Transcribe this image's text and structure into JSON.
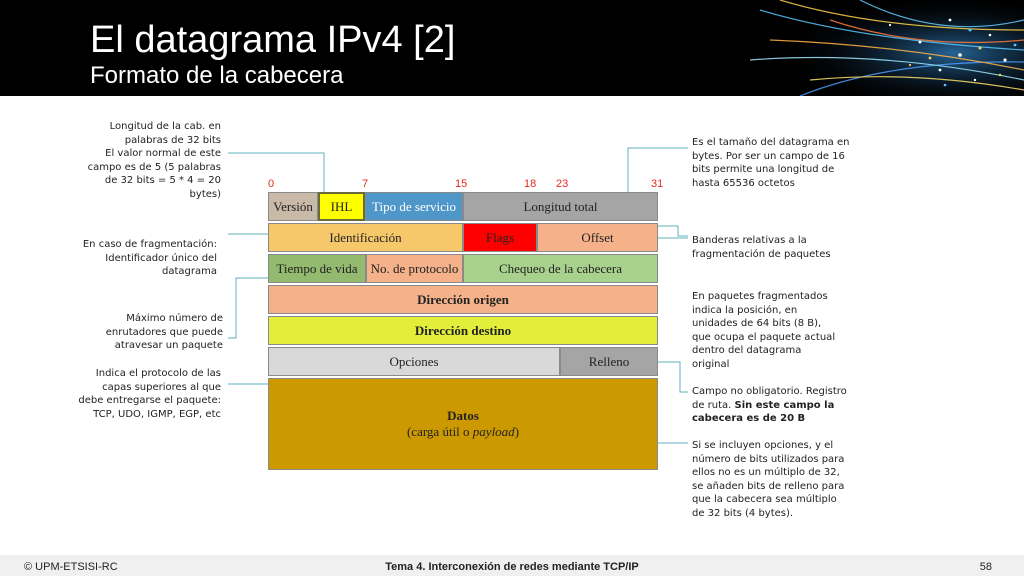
{
  "header": {
    "title": "El datagrama IPv4 [2]",
    "subtitle": "Formato de la cabecera"
  },
  "bit_positions": [
    "0",
    "7",
    "15",
    "18",
    "23",
    "31"
  ],
  "fields": {
    "version": "Versión",
    "ihl": "IHL",
    "tos": "Tipo de servicio",
    "total_length": "Longitud total",
    "identification": "Identificación",
    "flags": "Flags",
    "offset": "Offset",
    "ttl": "Tiempo de vida",
    "protocol": "No. de protocolo",
    "checksum": "Chequeo de la cabecera",
    "source": "Dirección origen",
    "destination": "Dirección destino",
    "options": "Opciones",
    "padding": "Relleno",
    "data_title": "Datos",
    "data_sub_prefix": "(carga útil o ",
    "data_sub_italic": "payload",
    "data_sub_suffix": ")"
  },
  "notes_left": {
    "ihl": "Longitud de la cab. en\npalabras de 32 bits\nEl valor normal de este\ncampo es de 5 (5 palabras\nde 32 bits = 5 * 4 = 20\nbytes)",
    "identification": "En caso de fragmentación:\nIdentificador único del\ndatagrama",
    "ttl": "Máximo número de\nenrutadores que puede\natravesar un paquete",
    "protocol": "Indica el protocolo de las\ncapas superiores al que\ndebe entregarse el paquete:\nTCP, UDO, IGMP, EGP, etc"
  },
  "notes_right": {
    "total_length": "Es el tamaño del datagrama en\nbytes. Por ser un campo de 16\nbits permite una longitud de\nhasta 65536 octetos",
    "flags": "Banderas relativas a la\nfragmentación de paquetes",
    "offset": "En paquetes fragmentados\nindica la posición, en\nunidades de 64 bits (8 B),\nque ocupa el paquete actual\ndentro del datagrama\noriginal",
    "options_prefix": "Campo no obligatorio. Registro\nde ruta. ",
    "options_bold": "Sin este campo la\ncabecera es de 20 B",
    "padding": "Si se incluyen opciones, y el\nnúmero de bits utilizados para\nellos no es un múltiplo de 32,\nse añaden bits de relleno para\nque la cabecera sea múltiplo\nde 32 bits (4 bytes)."
  },
  "footer": {
    "left": "© UPM-ETSISI-RC",
    "center": "Tema 4. Interconexión de redes mediante TCP/IP",
    "page": "58"
  },
  "colors": {
    "version": "#c9b9a7",
    "ihl": "#ffff00",
    "tos": "#4f97c9",
    "total_length": "#a5a5a5",
    "identification": "#f7c86a",
    "flags": "#ff0000",
    "offset": "#f4b18a",
    "ttl": "#93ba6f",
    "protocol": "#f4b18a",
    "checksum": "#a9d18e",
    "source": "#f4b18a",
    "destination": "#e3ee3b",
    "options": "#d9d9d9",
    "padding": "#a5a5a5",
    "data": "#cc9900",
    "bit_label": "#e32a1f",
    "callout_line": "#5fb3bf"
  }
}
